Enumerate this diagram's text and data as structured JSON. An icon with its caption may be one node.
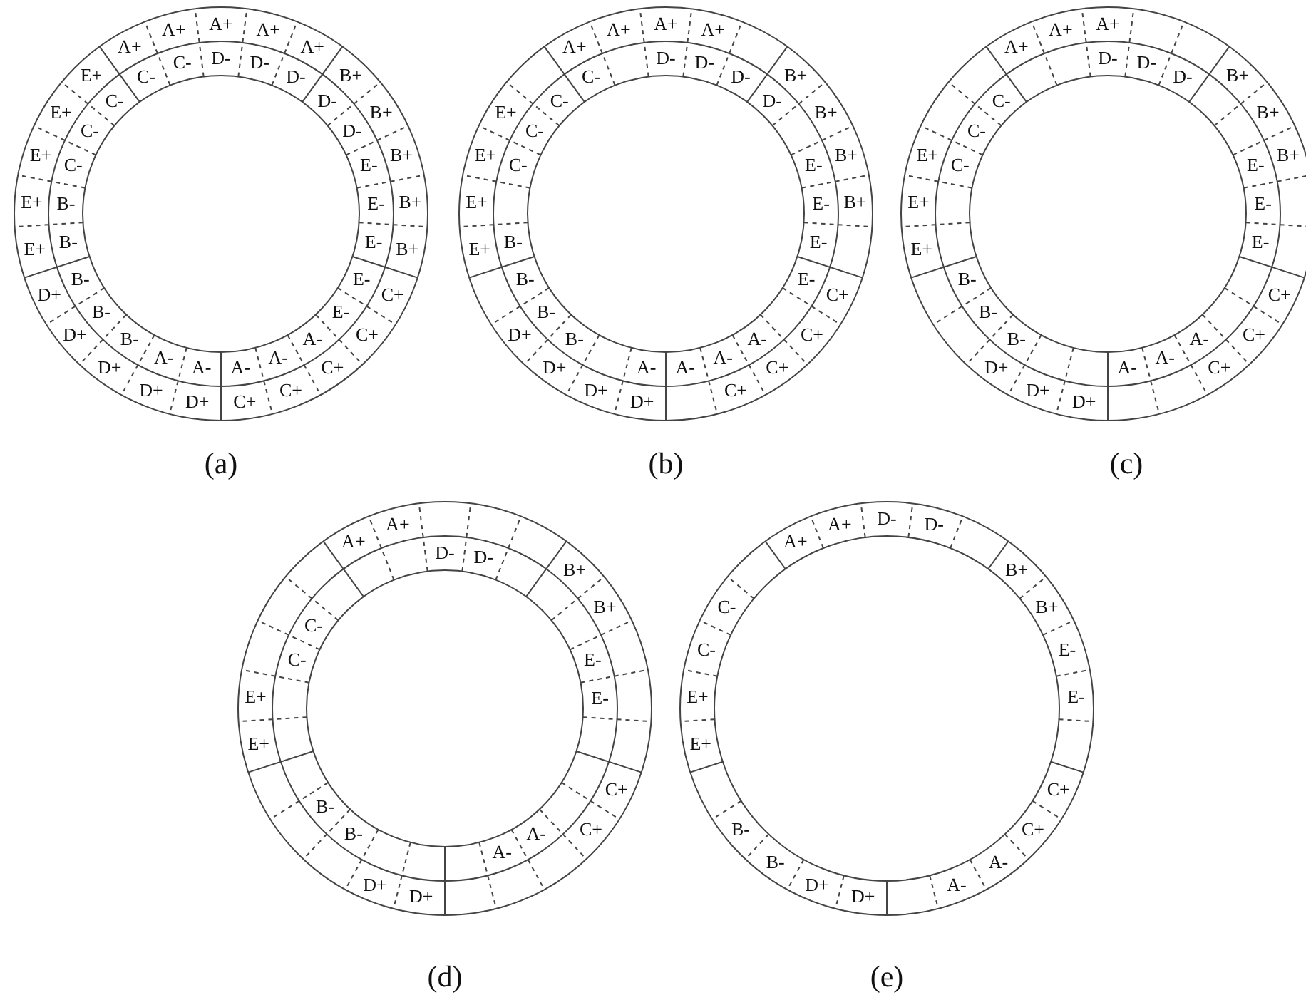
{
  "diagram": {
    "labels": [
      "A+",
      "A+",
      "A+",
      "A+",
      "A+",
      "B+",
      "B+",
      "B+",
      "B+",
      "B+",
      "C+",
      "C+",
      "C+",
      "C+",
      "C+",
      "D+",
      "D+",
      "D+",
      "D+",
      "D+",
      "E+",
      "E+",
      "E+",
      "E+",
      "E+",
      "D-",
      "D-",
      "D-",
      "D-",
      "D-",
      "E-",
      "E-",
      "E-",
      "E-",
      "E-",
      "A-",
      "A-",
      "A-",
      "A-",
      "A-",
      "B-",
      "B-",
      "B-",
      "B-",
      "B-",
      "C-",
      "C-",
      "C-",
      "C-",
      "C-",
      "(a)",
      "A+",
      "A+",
      "A+",
      "A+",
      "B+",
      "B+",
      "B+",
      "B+",
      "C+",
      "C+",
      "C+",
      "C+",
      "D+",
      "D+",
      "D+",
      "D+",
      "E+",
      "E+",
      "E+",
      "E+",
      "D-",
      "D-",
      "D-",
      "D-",
      "E-",
      "E-",
      "E-",
      "E-",
      "A-",
      "A-",
      "A-",
      "A-",
      "B-",
      "B-",
      "B-",
      "B-",
      "C-",
      "C-",
      "C-",
      "C-",
      "(b)",
      "A+",
      "A+",
      "A+",
      "B+",
      "B+",
      "B+",
      "C+",
      "C+",
      "C+",
      "D+",
      "D+",
      "D+",
      "E+",
      "E+",
      "E+",
      "D-",
      "D-",
      "D-",
      "E-",
      "E-",
      "E-",
      "A-",
      "A-",
      "A-",
      "B-",
      "B-",
      "B-",
      "C-",
      "C-",
      "C-",
      "(c)",
      "A+",
      "A+",
      "B+",
      "B+",
      "C+",
      "C+",
      "D+",
      "D+",
      "E+",
      "E+",
      "D-",
      "D-",
      "E-",
      "E-",
      "A-",
      "A-",
      "B-",
      "B-",
      "C-",
      "C-",
      "(d)",
      "A+",
      "A+",
      "D-",
      "D-",
      "B+",
      "B+",
      "E-",
      "E-",
      "C+",
      "C+",
      "A-",
      "A-",
      "D+",
      "D+",
      "B-",
      "B-",
      "E+",
      "E+",
      "C-",
      "C-",
      "(e)"
    ]
  }
}
